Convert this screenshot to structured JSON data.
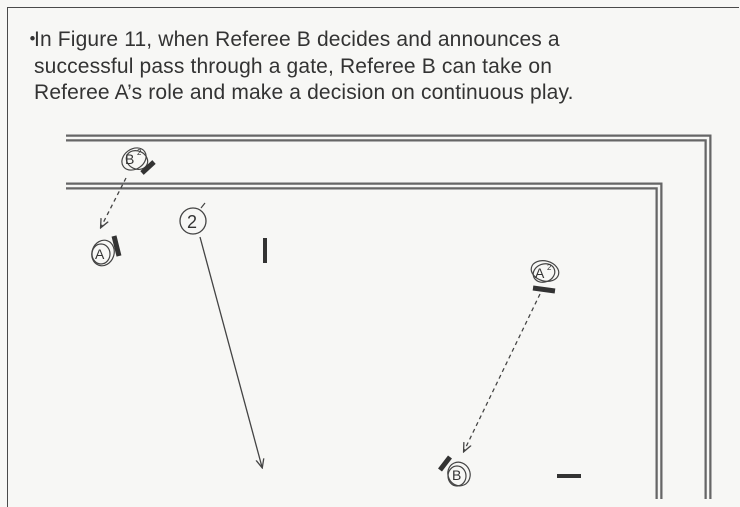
{
  "caption": {
    "bullet": "・",
    "lines": [
      "In Figure 11, when Referee B decides and announces a",
      "successful pass through a gate, Referee B can take on",
      "Referee A’s role and make a decision on continuous play."
    ]
  },
  "diagram": {
    "markers": {
      "referee_b_start": {
        "letter": "B",
        "superscript": "2"
      },
      "referee_a_left": {
        "letter": "A",
        "superscript": ""
      },
      "referee_a_right": {
        "letter": "A",
        "superscript": "2"
      },
      "referee_b_end": {
        "letter": "B",
        "superscript": ""
      },
      "ball_2": {
        "label": "2"
      }
    }
  }
}
